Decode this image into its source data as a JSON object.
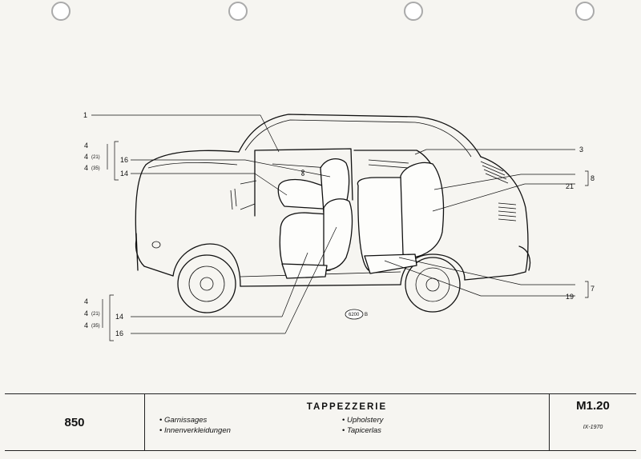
{
  "callouts": {
    "left_top": {
      "group": [
        "4",
        "4",
        "4"
      ],
      "group_sub": [
        "",
        "(21)",
        "(35)"
      ],
      "items": [
        "16",
        "14"
      ]
    },
    "left_bottom": {
      "group": [
        "4",
        "4",
        "4"
      ],
      "group_sub": [
        "",
        "(21)",
        "(35)"
      ],
      "items": [
        "14",
        "16"
      ]
    },
    "one": "1",
    "three": "3",
    "right_mid": {
      "eight": "8",
      "twentyone": "21"
    },
    "right_bottom": {
      "seven": "7",
      "nineteen": "19"
    }
  },
  "stamp": {
    "number": "6200",
    "suffix": "B"
  },
  "footer": {
    "model": "850",
    "title": "TAPPEZZERIE",
    "items_left": [
      "Garnissages",
      "Innenverkleidungen"
    ],
    "items_right": [
      "Upholstery",
      "Tapicerlas"
    ],
    "code": "M1.20",
    "date": "IX-1970"
  }
}
